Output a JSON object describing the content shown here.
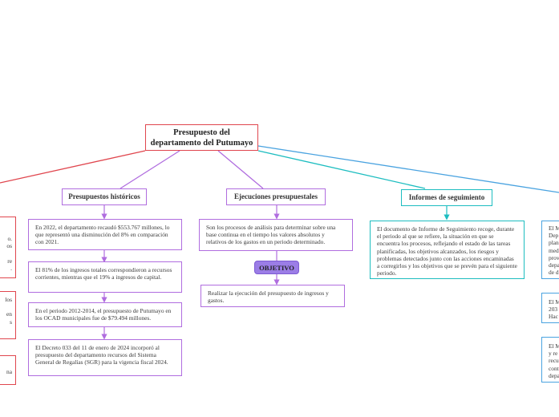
{
  "root": {
    "title_line1": "Presupuesto del",
    "title_line2": "departamento del Putumayo"
  },
  "branches": {
    "historicos": {
      "title": "Presupuestos históricos",
      "items": [
        "En 2022, el departamento recaudó $553.767 millones, lo que representó una disminución del 8% en comparación con 2021.",
        "El 81% de los ingresos totales correspondieron a recursos corrientes, mientras que el 19% a ingresos de capital.",
        "En el periodo 2012-2014, el presupuesto de Putumayo en los OCAD municipales fue de $79.494 millones.",
        "El Decreto 033 del 11 de enero de 2024 incorporó al presupuesto del departamento recursos del Sistema General de Regalías (SGR) para la vigencia fiscal 2024."
      ]
    },
    "ejecuciones": {
      "title": "Ejecuciones presupuestales",
      "description": "Son los procesos de análisis para determinar sobre una base continua en el tiempo los valores absolutos y relativos de los gastos en un periodo determinado.",
      "objetivo_label": "OBJETIVO",
      "objetivo_text": "Realizar la ejecución del presupuesto de ingresos y gastos."
    },
    "informes": {
      "title": "Informes de seguimiento",
      "description": "El documento de Informe de Seguimiento recoge, durante el periodo al que se refiere, la situación en que se encuentra los procesos, reflejando el estado de las tareas planificadas, los objetivos alcanzados, los riesgos y problemas detectados junto con las acciones encaminadas a corregirlos y los objetivos que se prevén para el siguiente periodo."
    },
    "left_clipped": {
      "box1_lines": [
        "o.",
        "os",
        "",
        "re",
        "."
      ],
      "box2_lines": [
        "los",
        "",
        "en",
        "s"
      ],
      "box3_lines": [
        "na"
      ]
    },
    "right_clipped": {
      "box1_lines": [
        "El M",
        "Dep",
        "plan",
        "med",
        "prov",
        "depa",
        "de d"
      ],
      "box2_lines": [
        "El M",
        "203",
        "Hac"
      ],
      "box3_lines": [
        "El M",
        "y re",
        "recu",
        "cont",
        "depa"
      ]
    }
  },
  "colors": {
    "root": "#e0464e",
    "historicos": "#b06ddf",
    "ejecuciones": "#b06ddf",
    "informes": "#1dbdc0",
    "right": "#4aa3e0",
    "left": "#e0464e",
    "objetivo_fill": "#9b7de6"
  }
}
